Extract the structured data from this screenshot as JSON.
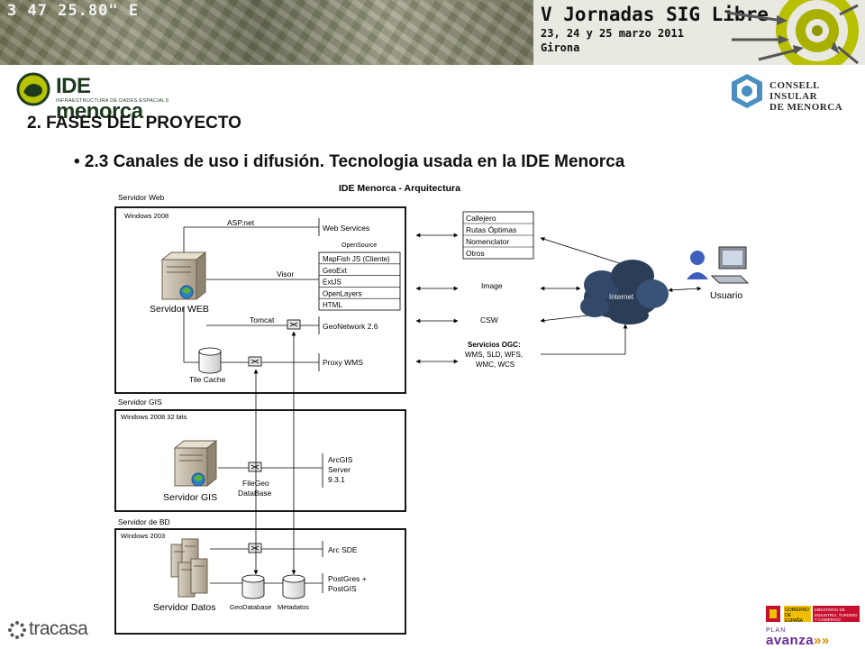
{
  "header": {
    "coords_text": "3 47 25.80\" E",
    "conference_title": "V Jornadas SIG Libre",
    "conference_dates": "23, 24 y 25 marzo 2011",
    "conference_city": "Girona"
  },
  "logos": {
    "ide_name": "IDE menorca",
    "ide_subtitle": "INFRAESTRUCTURA DE DADES ESPACIALS",
    "consell_line1": "CONSELL INSULAR",
    "consell_line2": "DE MENORCA",
    "tracasa": "tracasa",
    "gov_line1": "GOBIERNO",
    "gov_line2": "DE ESPAÑA",
    "ministry": "MINISTERIO DE INDUSTRIA, TURISMO Y COMERCIO",
    "plan_small": "PLAN",
    "plan_big": "avanza",
    "plan_marks": "»»"
  },
  "slide": {
    "section_title": "2. FASES DEL PROYECTO",
    "subtitle": "• 2.3 Canales de uso i difusión. Tecnologia usada en la IDE Menorca"
  },
  "diagram": {
    "title": "IDE Menorca - Arquitectura",
    "web_server": {
      "group_label": "Servidor Web",
      "os_label": "Windows 2008",
      "server_label": "Servidor WEB",
      "aspnet": "ASP.net",
      "web_services": "Web Services",
      "opensource": "OpenSource",
      "visor": "Visor",
      "visor_stack": [
        "MapFish JS (Cliente)",
        "GeoExt",
        "ExtJS",
        "OpenLayers",
        "HTML"
      ],
      "tomcat": "Tomcat",
      "geonetwork": "GeoNetwork 2.6",
      "tile_cache": "Tile Cache",
      "proxy_wms": "Proxy WMS"
    },
    "services_list": [
      "Callejero",
      "Rutas Óptimas",
      "Nomenclator",
      "Otros"
    ],
    "image_label": "Image",
    "csw_label": "CSW",
    "ogc_title": "Servicios OGC:",
    "ogc_line1": "WMS, SLD, WFS,",
    "ogc_line2": "WMC, WCS",
    "internet_label": "Internet",
    "user_label": "Usuario",
    "gis_server": {
      "group_label": "Servidor GIS",
      "os_label": "Windows 2008 32 bits",
      "server_label": "Servidor GIS",
      "arcgis_1": "ArcGIS",
      "arcgis_2": "Server",
      "arcgis_3": "9.3.1",
      "filegeo_1": "FileGeo",
      "filegeo_2": "DataBase"
    },
    "bd_server": {
      "group_label": "Servidor de BD",
      "os_label": "Windows 2003",
      "server_label": "Servidor Datos",
      "arcsde": "Arc SDE",
      "postgres_1": "PostGres +",
      "postgres_2": "PostGIS",
      "geodatabase": "GeoDatabase",
      "metadatos": "Metadatos"
    }
  },
  "colors": {
    "heading": "#111111",
    "cloud": "#2c3e57",
    "ide_green": "#1e3a1e",
    "plan_purple": "#6a2a96",
    "plan_orange": "#e08a00"
  }
}
